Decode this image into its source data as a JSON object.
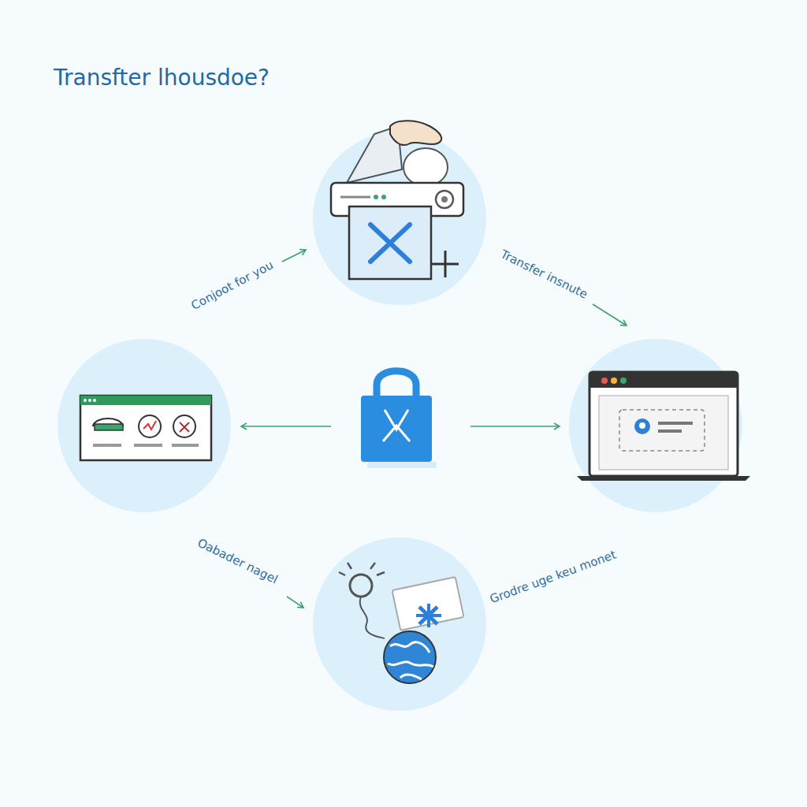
{
  "diagram": {
    "title": "Transfter lhousdoe?",
    "labels": [
      "Conjoot for you",
      "Transfer insnute",
      "Oabader nagel",
      "Grodre uge keu monet"
    ]
  }
}
